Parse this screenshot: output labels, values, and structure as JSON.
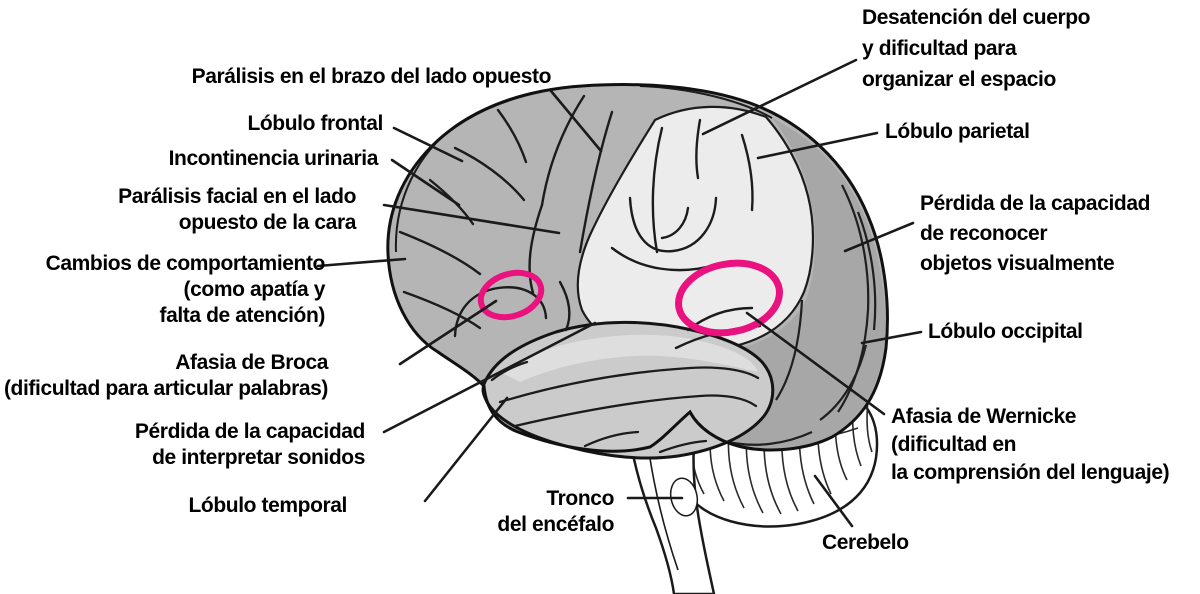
{
  "figure": {
    "description": "Diagrama lateral del encefalo con lobulos y deficits funcionales",
    "language": "es"
  },
  "labels": {
    "paralisis_brazo": "Parálisis en el brazo del lado opuesto",
    "lobulo_frontal": "Lóbulo frontal",
    "incontinencia": "Incontinencia urinaria",
    "paralisis_facial": "Parálisis facial en el lado\nopuesto de la cara",
    "cambios_comportamiento": "Cambios de comportamiento\n(como apatía y\nfalta de atención)",
    "afasia_broca": "Afasia de Broca\n(dificultad para articular palabras)",
    "perdida_sonidos": "Pérdida de la capacidad\nde interpretar sonidos",
    "lobulo_temporal": "Lóbulo temporal",
    "tronco_encefalo": "Tronco\ndel encéfalo",
    "desatencion": "Desatención del cuerpo\ny dificultad para\norganizar el espacio",
    "lobulo_parietal": "Lóbulo parietal",
    "perdida_reconocer": "Pérdida de la capacidad\nde reconocer\nobjetos visualmente",
    "lobulo_occipital": "Lóbulo occipital",
    "afasia_wernicke": "Afasia de Wernicke\n(dificultad en\nla comprensión del lenguaje)",
    "cerebelo": "Cerebelo"
  },
  "colors": {
    "highlight_pink": "#e9127f",
    "frontal_gray": "#b5b5b5",
    "parietal_light": "#ececec",
    "temporal_gray": "#cbcbcb",
    "occipital_gray": "#a7a7a7",
    "occipital_shadow": "#949494",
    "line_black": "#1a1a1a",
    "text_black": "#000000"
  }
}
